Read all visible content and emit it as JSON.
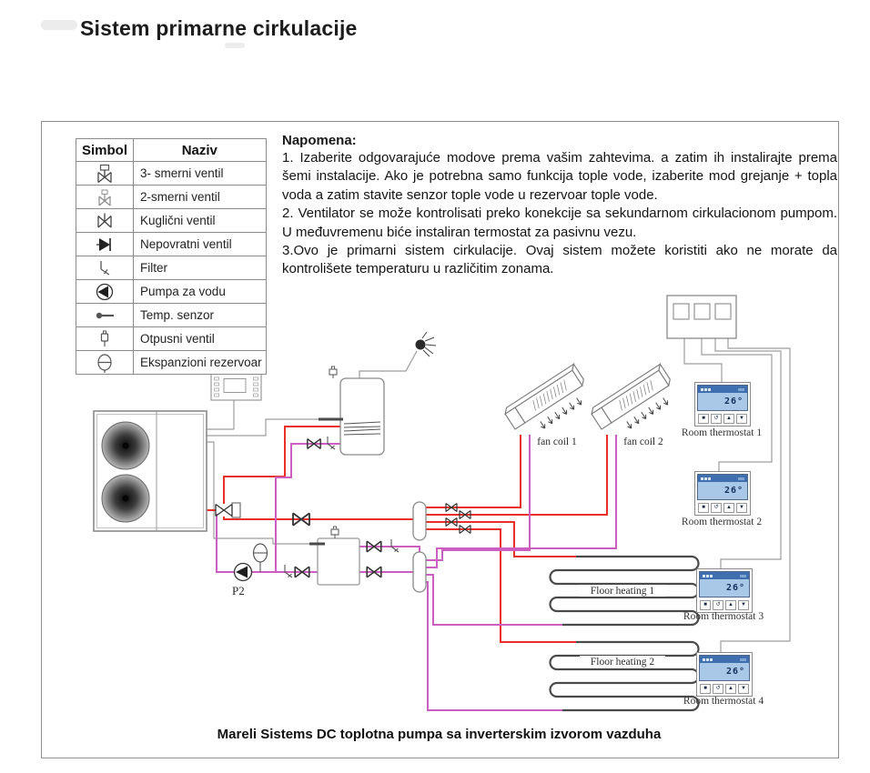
{
  "page": {
    "title": "Sistem primarne cirkulacije"
  },
  "legend": {
    "header_symbol": "Simbol",
    "header_name": "Naziv",
    "rows": [
      {
        "icon": "three-way-valve-icon",
        "label": "3- smerni ventil"
      },
      {
        "icon": "two-way-valve-icon",
        "label": "2-smerni ventil"
      },
      {
        "icon": "ball-valve-icon",
        "label": "Kuglični ventil"
      },
      {
        "icon": "check-valve-icon",
        "label": "Nepovratni ventil"
      },
      {
        "icon": "filter-icon",
        "label": "Filter"
      },
      {
        "icon": "water-pump-icon",
        "label": "Pumpa za vodu"
      },
      {
        "icon": "temp-sensor-icon",
        "label": "Temp. senzor"
      },
      {
        "icon": "relief-valve-icon",
        "label": "Otpusni ventil"
      },
      {
        "icon": "expansion-tank-icon",
        "label": "Ekspanzioni rezervoar"
      }
    ]
  },
  "notes": {
    "heading": "Napomena:",
    "items": [
      "1. Izaberite odgovarajuće modove prema vašim zahtevima. a zatim ih instalirajte prema šemi instalacije. Ako je potrebna samo funkcija tople vode, izaberite mod grejanje + topla voda a zatim stavite senzor tople vode u rezervoar tople vode.",
      "2. Ventilator se može kontrolisati preko konekcije sa sekundarnom cirkulacionom pumpom. U međuvremenu biće instaliran termostat za pasivnu vezu.",
      "3.Ovo je primarni sistem cirkulacije. Ovaj sistem možete koristiti ako ne morate da kontrolišete temperaturu u različitim zonama."
    ]
  },
  "diagram": {
    "pump_label": "P2",
    "fan_coils": [
      {
        "label": "fan coil 1"
      },
      {
        "label": "fan coil 2"
      }
    ],
    "floor_heating": [
      {
        "label": "Floor heating 1"
      },
      {
        "label": "Floor heating 2"
      }
    ],
    "thermostats": [
      {
        "label": "Room thermostat 1",
        "temp": "26°"
      },
      {
        "label": "Room thermostat 2",
        "temp": "26°"
      },
      {
        "label": "Room thermostat 3",
        "temp": "26°"
      },
      {
        "label": "Room thermostat 4",
        "temp": "26°"
      }
    ],
    "buttons": [
      {
        "icon": "stop-button-icon",
        "glyph": "■"
      },
      {
        "icon": "mode-button-icon",
        "glyph": "↺"
      },
      {
        "icon": "up-button-icon",
        "glyph": "▲"
      },
      {
        "icon": "down-button-icon",
        "glyph": "▼"
      }
    ],
    "colors": {
      "supply": "#e83028",
      "return": "#cb5ec0",
      "wire": "#9e9e9e",
      "coil": "#4a4a4a"
    }
  },
  "caption": "Mareli Sistems DC toplotna pumpa sa inverterskim izvorom vazduha"
}
